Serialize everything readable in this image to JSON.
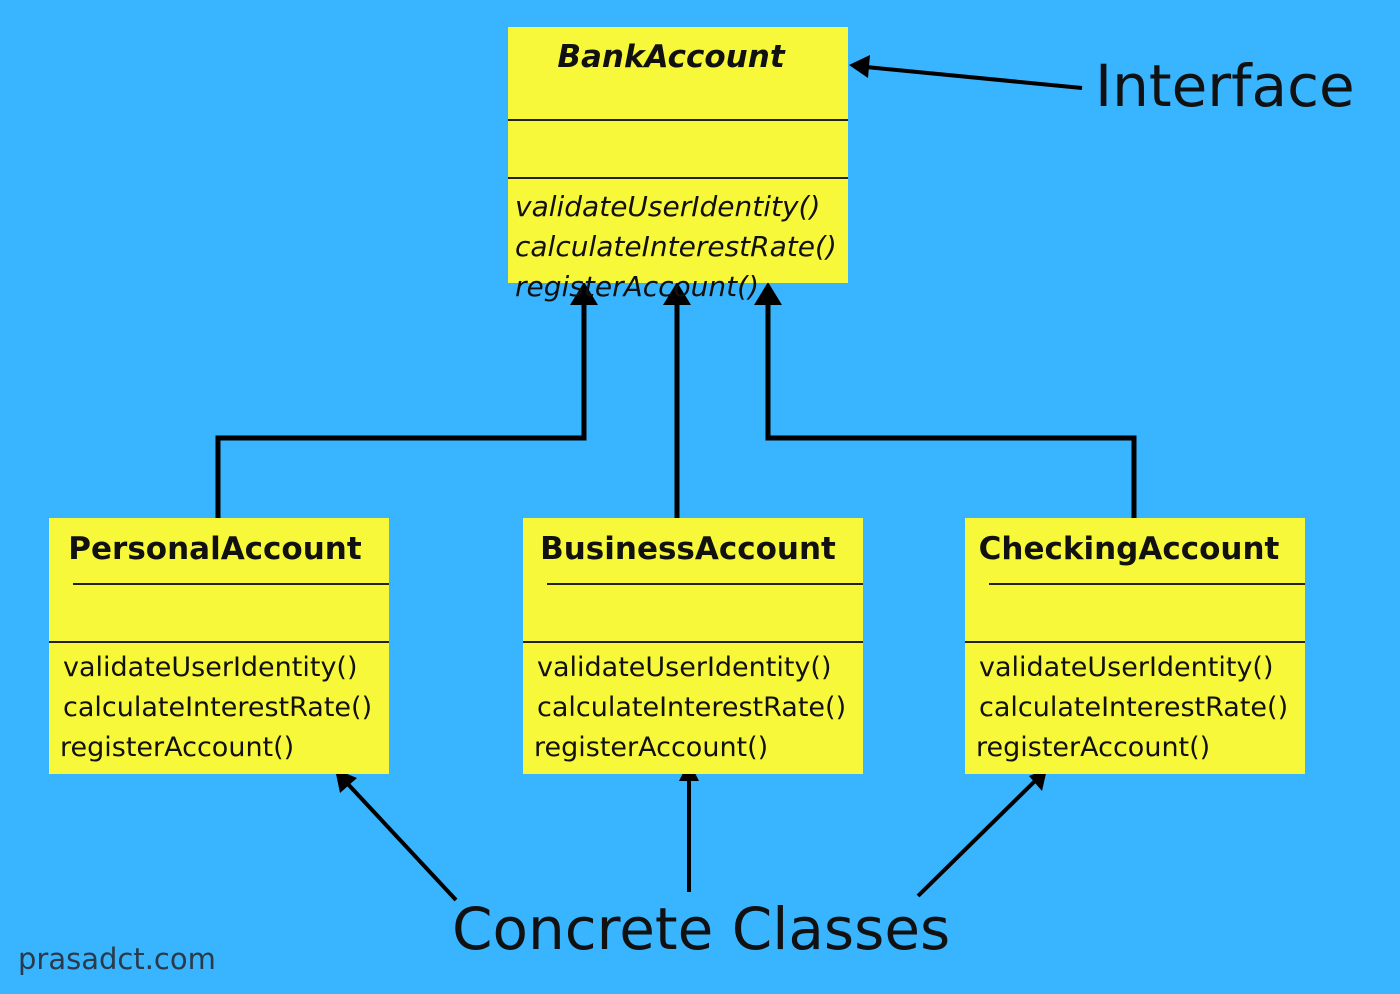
{
  "interface_class": {
    "name": "BankAccount",
    "methods": [
      "validateUserIdentity()",
      "calculateInterestRate()",
      "registerAccount()"
    ]
  },
  "concrete_classes": [
    {
      "name": "PersonalAccount",
      "methods": [
        "validateUserIdentity()",
        "calculateInterestRate()",
        "registerAccount()"
      ]
    },
    {
      "name": "BusinessAccount",
      "methods": [
        "validateUserIdentity()",
        "calculateInterestRate()",
        "registerAccount()"
      ]
    },
    {
      "name": "CheckingAccount",
      "methods": [
        "validateUserIdentity()",
        "calculateInterestRate()",
        "registerAccount()"
      ]
    }
  ],
  "annotations": {
    "interface": "Interface",
    "concrete": "Concrete Classes",
    "site": "prasadct.com"
  },
  "colors": {
    "background": "#39b5ff",
    "box_fill": "#f8f83a",
    "line": "#000000"
  }
}
